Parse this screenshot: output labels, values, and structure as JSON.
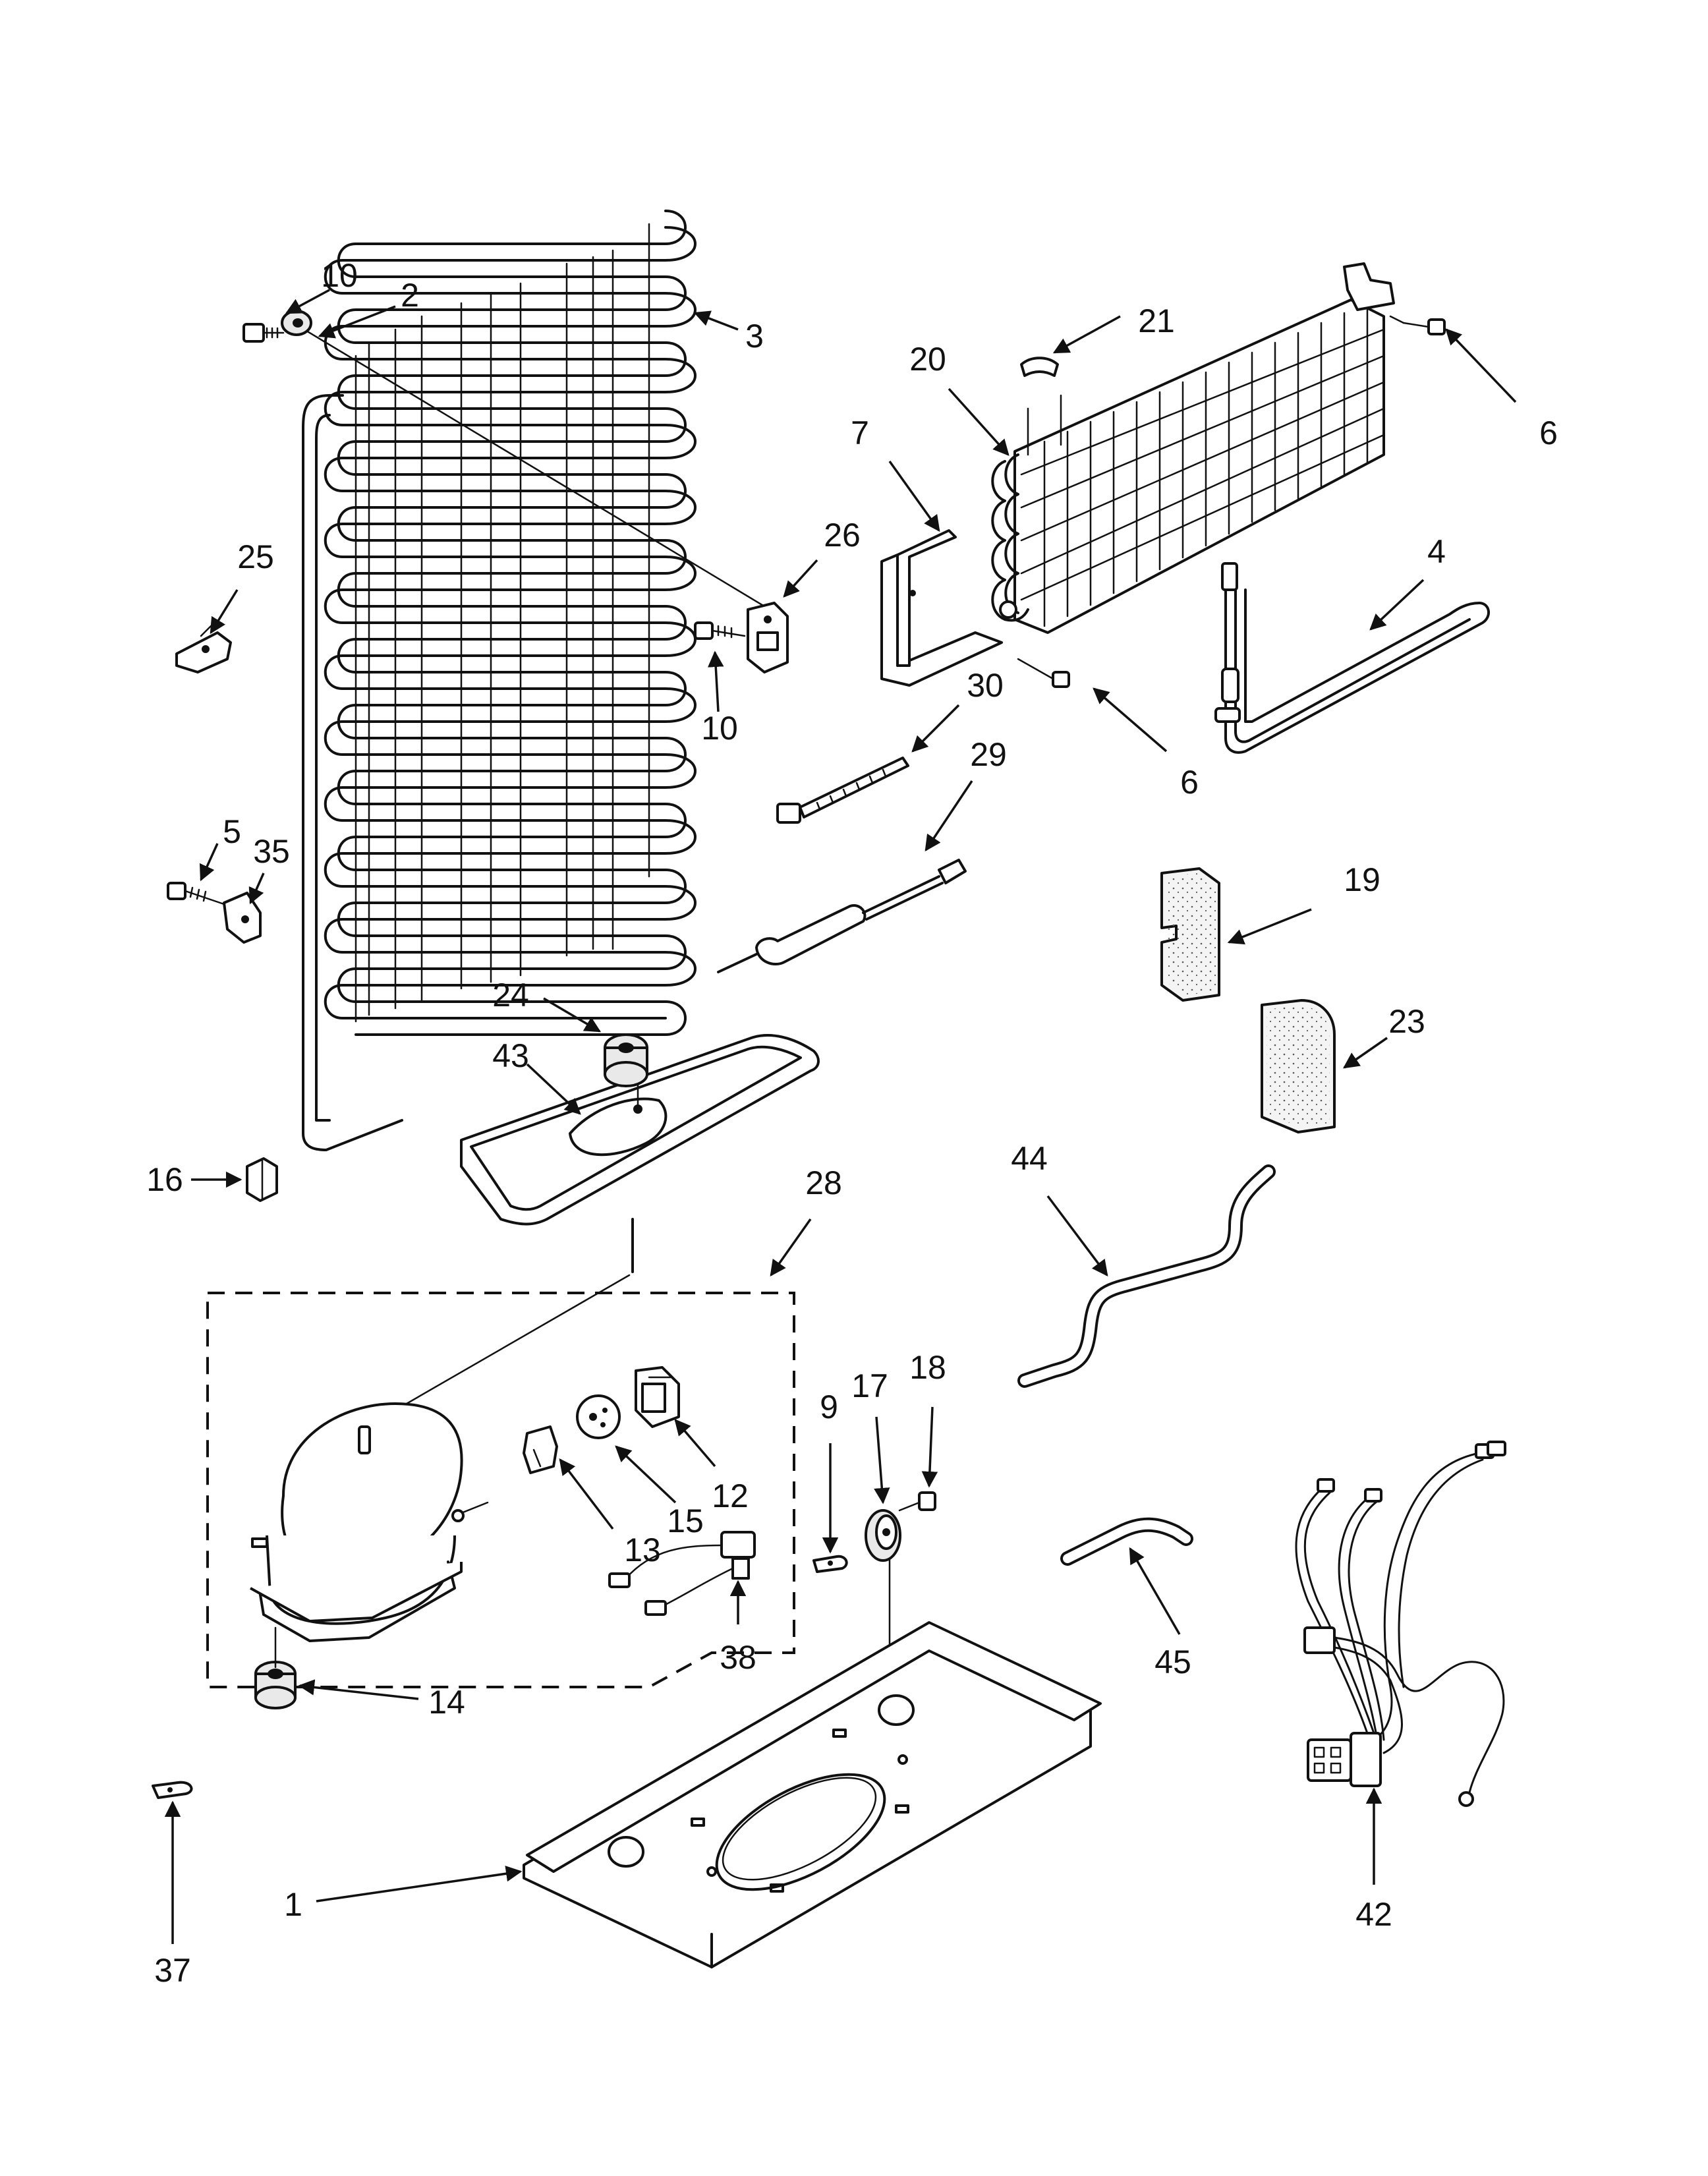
{
  "callouts": {
    "c10a": "10",
    "c2": "2",
    "c3": "3",
    "c21": "21",
    "c20": "20",
    "c6a": "6",
    "c7": "7",
    "c25": "25",
    "c26": "26",
    "c4": "4",
    "c10b": "10",
    "c30": "30",
    "c6b": "6",
    "c29": "29",
    "c5": "5",
    "c35": "35",
    "c19": "19",
    "c24": "24",
    "c43": "43",
    "c23": "23",
    "c16": "16",
    "c28": "28",
    "c44": "44",
    "c9": "9",
    "c17": "17",
    "c18": "18",
    "c12": "12",
    "c15": "15",
    "c13": "13",
    "c38": "38",
    "c14": "14",
    "c45": "45",
    "c37": "37",
    "c1": "1",
    "c42": "42"
  },
  "parts": {
    "1": "base-tray",
    "2": "spacer",
    "3": "condenser-coil",
    "4": "defrost-heater",
    "5": "screw",
    "6": "screw",
    "7": "evaporator-bracket",
    "9": "clip",
    "10": "screw",
    "12": "start-relay",
    "13": "overload",
    "14": "grommet",
    "15": "cover",
    "16": "clip",
    "17": "fan-blade",
    "18": "screw",
    "19": "insulation-block",
    "20": "evaporator",
    "21": "thermostat-clip",
    "23": "insulation-block",
    "24": "grommet",
    "25": "bracket",
    "26": "bracket",
    "28": "compressor-assembly",
    "29": "drier",
    "30": "cable-tie",
    "35": "bracket",
    "37": "clip",
    "38": "wire-harness",
    "42": "wire-harness",
    "43": "drain-pan",
    "44": "tube",
    "45": "tube"
  }
}
